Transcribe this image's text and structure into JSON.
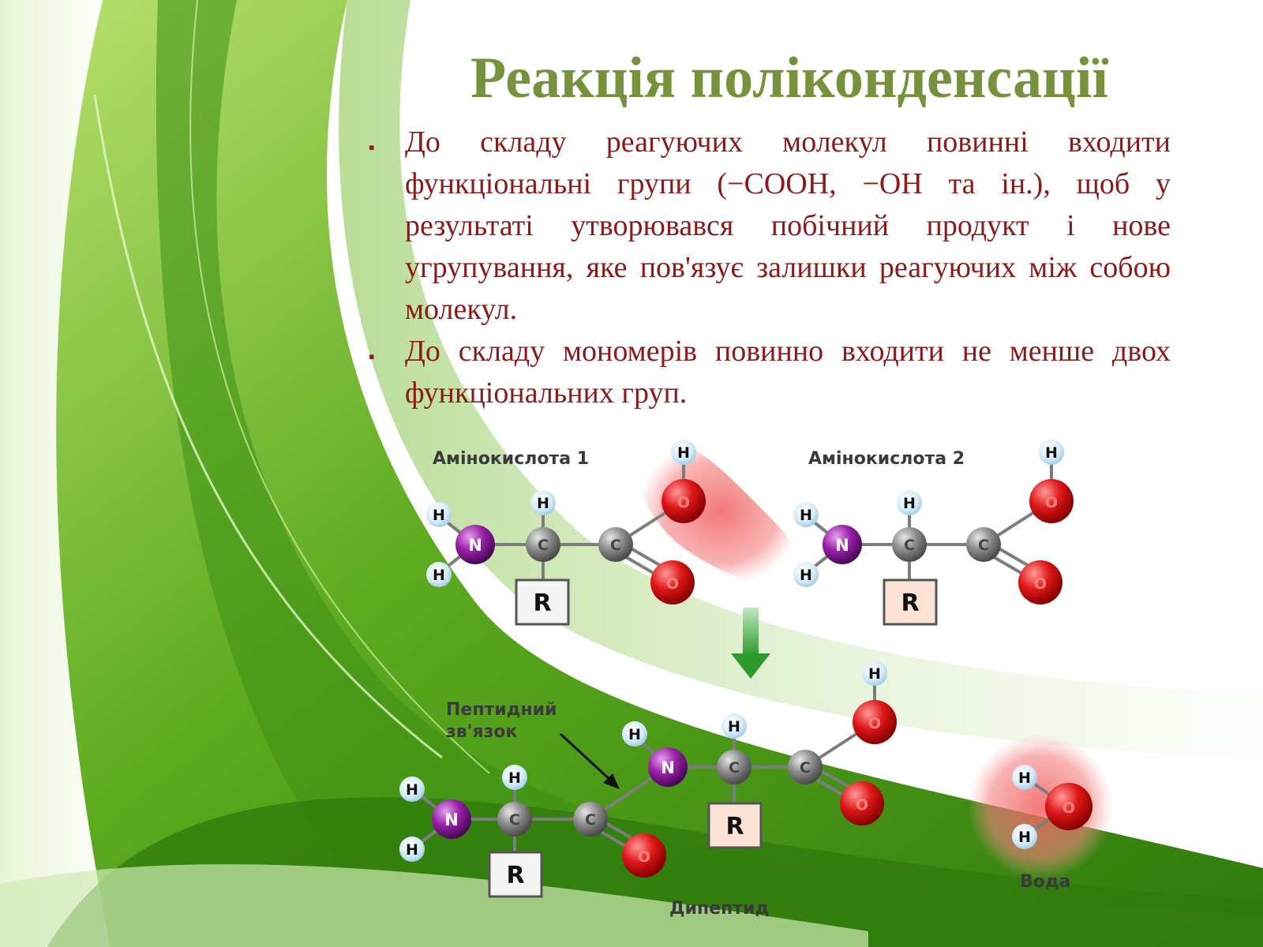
{
  "slide": {
    "title": "Реакція поліконденсації",
    "bullets": [
      "До складу реагуючих молекул повинні входити функціональні групи (−COOH, −OH та ін.), щоб у результаті утворювався побічний продукт і нове угрупування, яке пов'язує залишки реагуючих між собою молекул.",
      "До складу мономерів повинно входити не менше двох функціональних груп."
    ],
    "bullet_symbol": "▪"
  },
  "diagram": {
    "labels": {
      "amino_acid_1": "Амінокислота 1",
      "amino_acid_2": "Амінокислота 2",
      "peptide_bond_line1": "Пептидний",
      "peptide_bond_line2": "зв'язок",
      "dipeptide": "Дипептид",
      "water": "Вода"
    },
    "atoms": {
      "H": "H",
      "N": "N",
      "C": "C",
      "O": "O",
      "R": "R"
    },
    "colors": {
      "title": "#76923c",
      "text": "#8b1a1a",
      "hydrogen": "#d9eef9",
      "nitrogen": "#8b1a9a",
      "carbon": "#8c8c8c",
      "oxygen": "#d10f0f",
      "highlight": "#f07070",
      "arrow": "#3aa03a"
    }
  }
}
